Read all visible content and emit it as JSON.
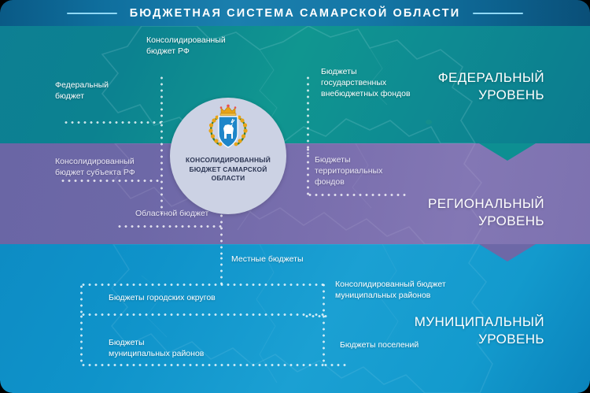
{
  "header": {
    "title": "БЮДЖЕТНАЯ СИСТЕМА САМАРСКОЙ ОБЛАСТИ",
    "left_rule": "rule-left",
    "right_rule": "rule-right"
  },
  "center": {
    "emblem": "samara-oblast-coat-of-arms",
    "label": "КОНСОЛИДИРОВАННЫЙ БЮДЖЕТ САМАРСКОЙ ОБЛАСТИ"
  },
  "levels": [
    {
      "id": "federal",
      "caption": "ФЕДЕРАЛЬНЫЙ\nУРОВЕНЬ",
      "color": "#0d8f92"
    },
    {
      "id": "regional",
      "caption": "РЕГИОНАЛЬНЫЙ\nУРОВЕНЬ",
      "color": "#6d68a7"
    },
    {
      "id": "municipal",
      "caption": "МУНИЦИПАЛЬНЫЙ\nУРОВЕНЬ",
      "color": "#0f93ca"
    }
  ],
  "level_captions": {
    "federal_line1": "ФЕДЕРАЛЬНЫЙ",
    "federal_line2": "УРОВЕНЬ",
    "regional_line1": "РЕГИОНАЛЬНЫЙ",
    "regional_line2": "УРОВЕНЬ",
    "municipal_line1": "МУНИЦИПАЛЬНЫЙ",
    "municipal_line2": "УРОВЕНЬ"
  },
  "nodes": {
    "consolidated_rf_l1": "Консолидированный",
    "consolidated_rf_l2": "бюджет РФ",
    "federal_budget_l1": "Федеральный",
    "federal_budget_l2": "бюджет",
    "extrabudget_funds_l1": "Бюджеты",
    "extrabudget_funds_l2": "государственных",
    "extrabudget_funds_l3": "внебюджетных фондов",
    "consolidated_subject_l1": "Консолидированный",
    "consolidated_subject_l2": "бюджет субъекта РФ",
    "territorial_funds_l1": "Бюджеты",
    "territorial_funds_l2": "территориальных",
    "territorial_funds_l3": "фондов",
    "oblast_budget": "Областной бюджет",
    "local_budgets": "Местные бюджеты",
    "urban_okrug_budgets": "Бюджеты городских округов",
    "consolidated_municipal_l1": "Консолидированный бюджет",
    "consolidated_municipal_l2": "муниципальных районов",
    "municipal_district_l1": "Бюджеты",
    "municipal_district_l2": "муниципальных районов",
    "settlement_budgets": "Бюджеты поселений"
  }
}
